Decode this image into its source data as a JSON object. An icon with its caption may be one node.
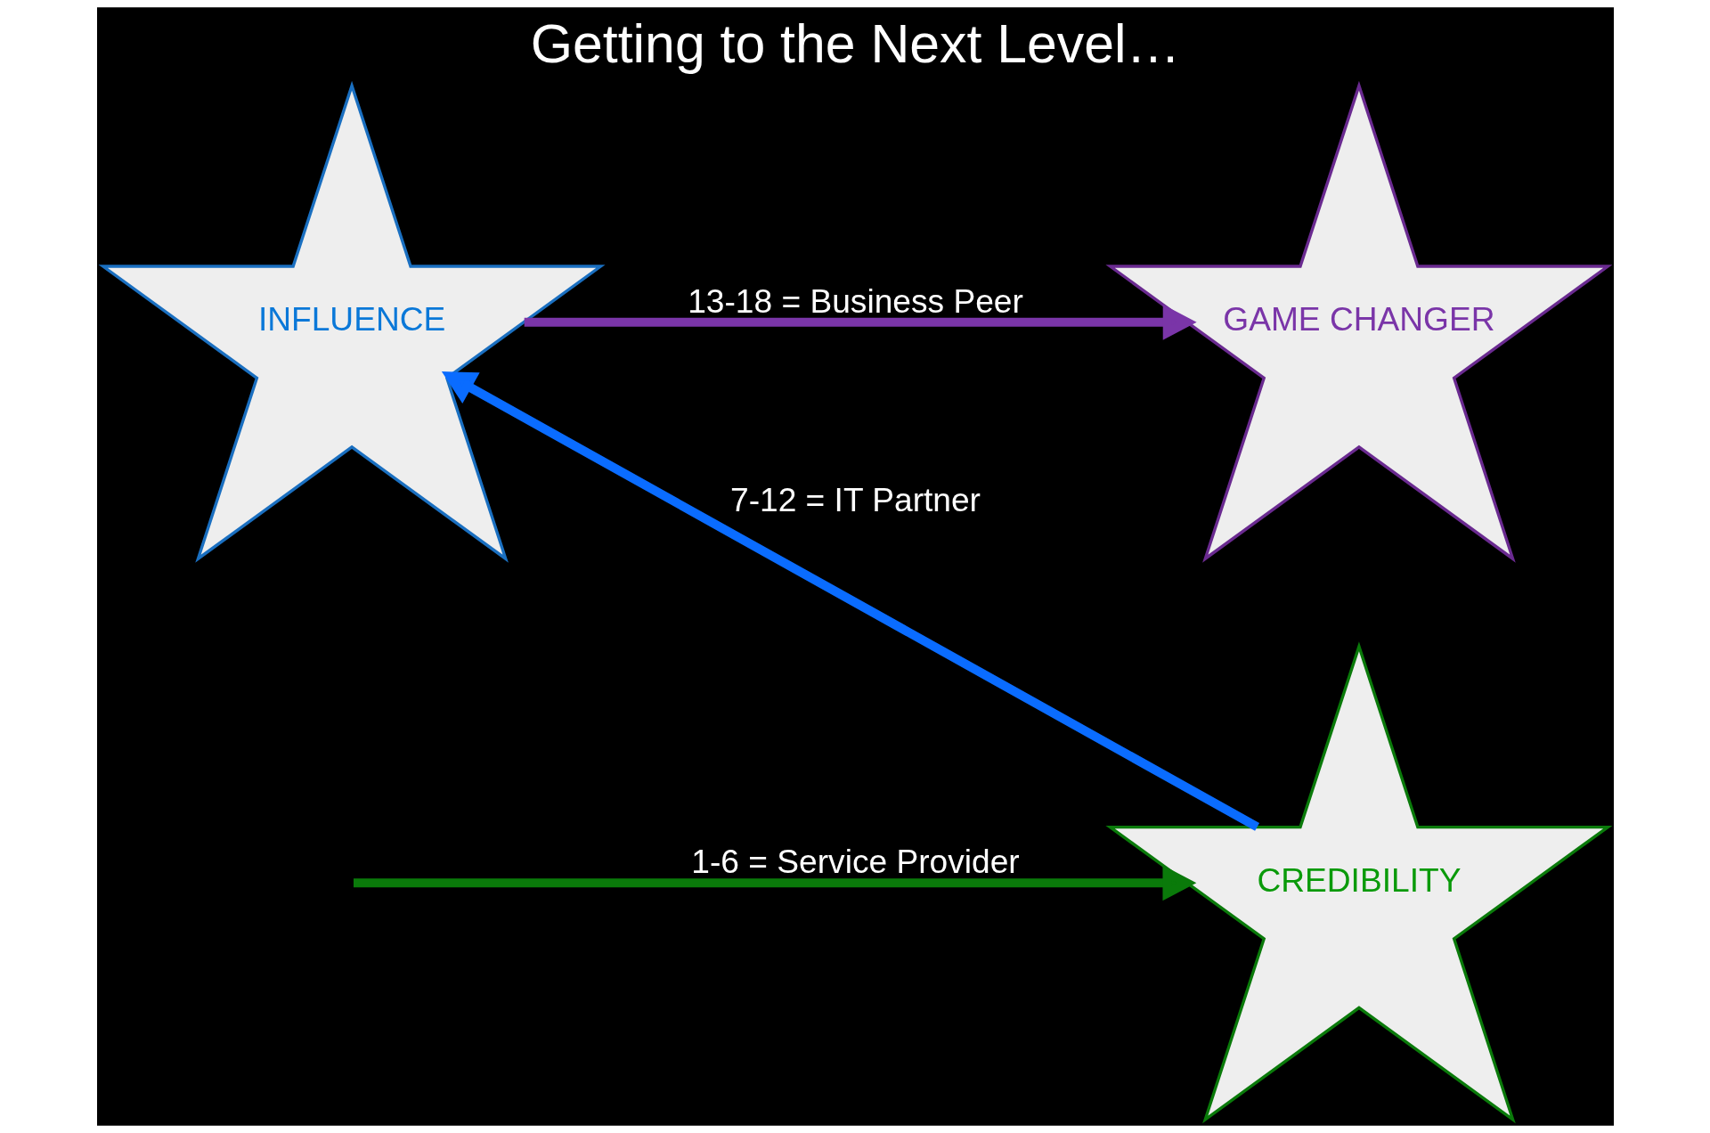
{
  "diagram": {
    "title": "Getting to the Next Level…",
    "nodes": [
      {
        "text": [
          "INFLUENCE"
        ]
      },
      {
        "text": [
          "GAME CHANGER"
        ]
      },
      {
        "text": [
          "CREDIBILITY"
        ]
      }
    ],
    "edges": [
      {
        "from": null,
        "to": 2,
        "arrow": "to",
        "label": "1-6 = Service Provider",
        "color": "#0a7a0a"
      },
      {
        "from": 2,
        "to": 0,
        "arrow": "to",
        "label": "7-12 = IT Partner",
        "color": "#0a6cff"
      },
      {
        "from": 0,
        "to": 1,
        "arrow": "to",
        "label": "13-18 = Business Peer",
        "color": "#7a35a8"
      }
    ]
  }
}
